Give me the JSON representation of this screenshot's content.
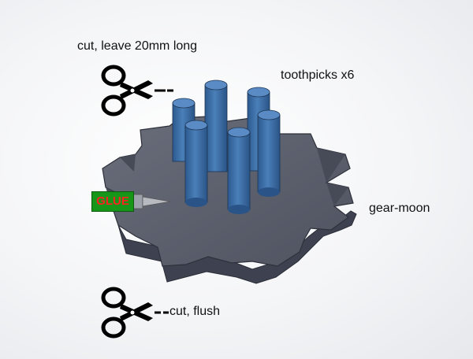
{
  "labels": {
    "cut_long": "cut, leave 20mm long",
    "toothpicks": "toothpicks x6",
    "gear": "gear-moon",
    "cut_flush": "cut, flush",
    "glue": "GLUE"
  },
  "icons": {
    "scissors_top": "scissors-icon",
    "scissors_bottom": "scissors-icon",
    "glue_tube": "glue-tube-icon"
  },
  "colors": {
    "gear_top": "#5a5e6b",
    "gear_side": "#3f4350",
    "toothpick": "#3d6ea6",
    "glue_box": "#17961a",
    "glue_text": "#ff2222"
  }
}
